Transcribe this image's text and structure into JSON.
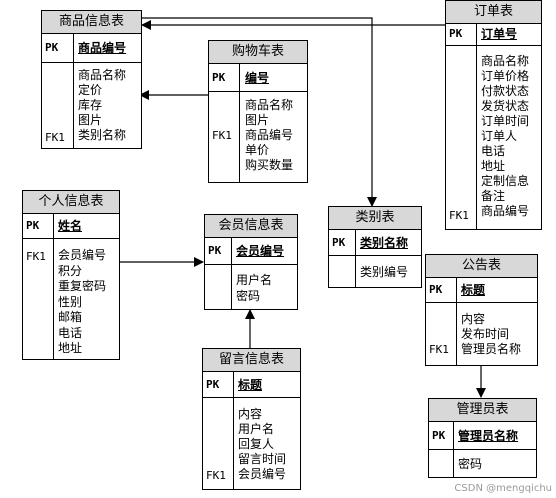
{
  "tables": {
    "product": {
      "title": "商品信息表",
      "pk_tag": "PK",
      "pk": "商品编号",
      "fields": [
        "商品名称",
        "定价",
        "库存",
        "图片",
        "类别名称"
      ],
      "fk_tag": "FK1"
    },
    "cart": {
      "title": "购物车表",
      "pk_tag": "PK",
      "pk": "编号",
      "fields": [
        "商品名称",
        "图片",
        "商品编号",
        "单价",
        "购买数量"
      ],
      "fk_tag": "FK1"
    },
    "order": {
      "title": "订单表",
      "pk_tag": "PK",
      "pk": "订单号",
      "fields": [
        "商品名称",
        "订单价格",
        "付款状态",
        "发货状态",
        "订单时间",
        "订单人",
        "电话",
        "地址",
        "定制信息",
        "备注",
        "商品编号"
      ],
      "fk_tag": "FK1"
    },
    "personal": {
      "title": "个人信息表",
      "pk_tag": "PK",
      "pk": "姓名",
      "fields": [
        "会员编号",
        "积分",
        "重复密码",
        "性别",
        "邮箱",
        "电话",
        "地址"
      ],
      "fk_tag": "FK1"
    },
    "member": {
      "title": "会员信息表",
      "pk_tag": "PK",
      "pk": "会员编号",
      "fields": [
        "用户名",
        "密码"
      ]
    },
    "category": {
      "title": "类别表",
      "pk_tag": "PK",
      "pk": "类别名称",
      "fields": [
        "类别编号"
      ]
    },
    "notice": {
      "title": "公告表",
      "pk_tag": "PK",
      "pk": "标题",
      "fields": [
        "内容",
        "发布时间",
        "管理员名称"
      ],
      "fk_tag": "FK1"
    },
    "message": {
      "title": "留言信息表",
      "pk_tag": "PK",
      "pk": "标题",
      "fields": [
        "内容",
        "用户名",
        "回复人",
        "留言时间",
        "会员编号"
      ],
      "fk_tag": "FK1"
    },
    "admin": {
      "title": "管理员表",
      "pk_tag": "PK",
      "pk": "管理员名称",
      "fields": [
        "密码"
      ]
    }
  },
  "watermark": "CSDN @mengqichu"
}
